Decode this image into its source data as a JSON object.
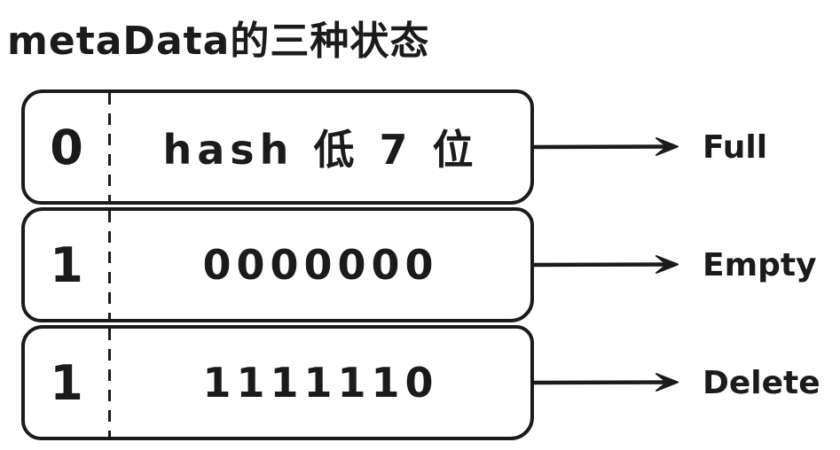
{
  "title": "metaData的三种状态",
  "rows": [
    {
      "bit": "0",
      "value": "hash 低 7 位",
      "label": "Full"
    },
    {
      "bit": "1",
      "value": "0000000",
      "label": "Empty"
    },
    {
      "bit": "1",
      "value": "1111110",
      "label": "Delete"
    }
  ],
  "colors": {
    "ink": "#1b1b1b",
    "background": "#ffffff"
  }
}
